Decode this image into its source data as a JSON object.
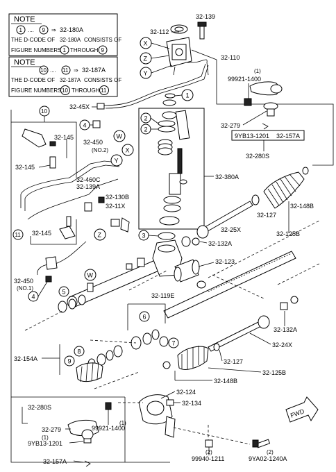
{
  "notes": [
    {
      "title": "NOTE",
      "range_from": "1",
      "range_to": "9",
      "arrow_code": "32-180A",
      "line1_prefix": "THE D-CODE OF",
      "line1_code": "32-180A",
      "line1_suffix": "CONSISTS OF",
      "line2_prefix": "FIGURE NUMBERS",
      "line2_from": "1",
      "line2_mid": "THROUGH",
      "line2_to": "9",
      "dots": "...."
    },
    {
      "title": "NOTE",
      "range_from": "10",
      "range_to": "11",
      "arrow_code": "32-187A",
      "line1_prefix": "THE D-CODE OF",
      "line1_code": "32-187A",
      "line1_suffix": "CONSISTS OF",
      "line2_prefix": "FIGURE NUMBERS",
      "line2_from": "10",
      "line2_mid": "THROUGH",
      "line2_to": "11",
      "dots": "...."
    }
  ],
  "labels": {
    "l_32_139": "32-139",
    "l_32_112": "32-112",
    "l_32_110": "32-110",
    "l_99921_1400_top": "99921-1400",
    "l_1_top": "(1)",
    "l_32_45x": "32-45X",
    "l_32_279_top": "32-279",
    "l_9yb13_1201_top": "9YB13-1201",
    "l_32_157a_top": "32-157A",
    "l_32_280s_top": "32-280S",
    "l_32_145_a": "32-145",
    "l_32_145_b": "32-145",
    "l_32_450_no2": "32-450",
    "l_no2": "(NO.2)",
    "l_32_460c": "32-460C",
    "l_32_139a": "32-139A",
    "l_32_130b": "32-130B",
    "l_32_11x": "32-11X",
    "l_32_380a": "32-380A",
    "l_32_148b_top": "32-148B",
    "l_32_127_top": "32-127",
    "l_32_25x": "32-25X",
    "l_32_125b_top": "32-125B",
    "l_32_145_c": "32-145",
    "l_32_132a_top": "32-132A",
    "l_32_123": "32-123",
    "l_32_450_no1": "32-450",
    "l_no1": "(NO.1)",
    "l_32_119e": "32-119E",
    "l_32_132a_bot": "32-132A",
    "l_32_24x": "32-24X",
    "l_32_154a": "32-154A",
    "l_32_127_bot": "32-127",
    "l_32_125b_bot": "32-125B",
    "l_32_148b_bot": "32-148B",
    "l_32_124": "32-124",
    "l_32_134": "32-134",
    "l_32_280s_bot": "32-280S",
    "l_32_279_bot": "32-279",
    "l_99921_1400_bot": "99921-1400",
    "l_1_bot": "(1)",
    "l_1_bot2": "(1)",
    "l_9yb13_1201_bot": "9YB13-1201",
    "l_32_157a_bot": "32-157A",
    "l_99940_1211": "99940-1211",
    "l_2a": "(2)",
    "l_9ya02_1240a": "9YA02-1240A",
    "l_2b": "(2)",
    "fwd": "FWD"
  },
  "callouts": {
    "c1": "1",
    "c2a": "2",
    "c2b": "2",
    "c3": "3",
    "c4a": "4",
    "c4b": "4",
    "c5": "5",
    "c6": "6",
    "c7": "7",
    "c8": "8",
    "c9": "9",
    "c10": "10",
    "c11": "11",
    "X1": "X",
    "X2": "X",
    "Z1": "Z",
    "Z2": "Z",
    "Y1": "Y",
    "Y2": "Y",
    "W1": "W",
    "W2": "W"
  }
}
